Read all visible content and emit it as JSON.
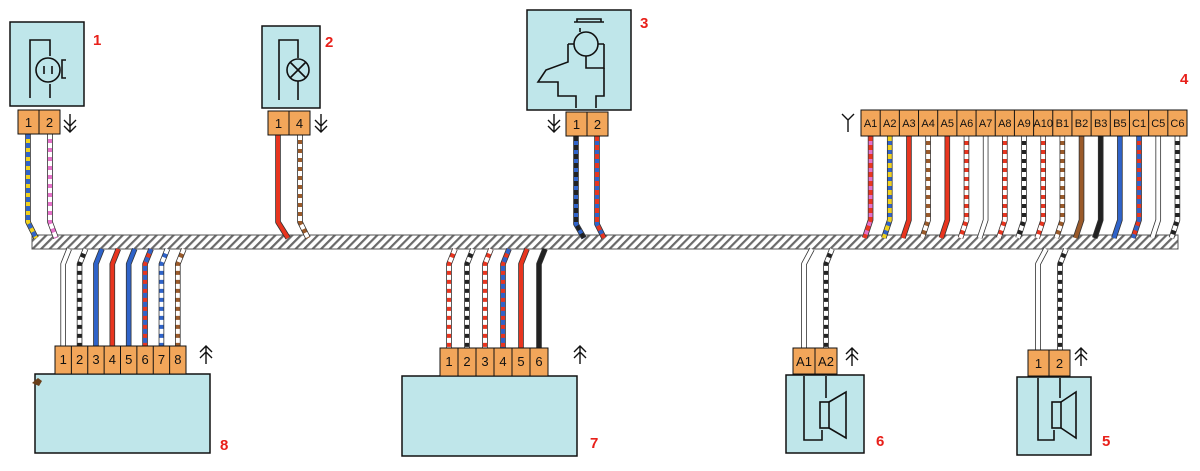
{
  "components": [
    {
      "number": "1",
      "pins": [
        "1",
        "2"
      ],
      "icon": "motor-icon"
    },
    {
      "number": "2",
      "pins": [
        "1",
        "4"
      ],
      "icon": "lamp-icon"
    },
    {
      "number": "3",
      "pins": [
        "1",
        "2"
      ],
      "icon": "motor-switch-icon"
    },
    {
      "number": "4",
      "pins": [
        "A1",
        "A2",
        "A3",
        "A4",
        "A5",
        "A6",
        "A7",
        "A8",
        "A9",
        "A10",
        "B1",
        "B2",
        "B3",
        "B5",
        "C1",
        "C5",
        "C6"
      ]
    },
    {
      "number": "5",
      "pins": [
        "1",
        "2"
      ],
      "icon": "speaker-icon"
    },
    {
      "number": "6",
      "pins": [
        "A1",
        "A2"
      ],
      "icon": "speaker-icon"
    },
    {
      "number": "7",
      "pins": [
        "1",
        "2",
        "3",
        "4",
        "5",
        "6"
      ]
    },
    {
      "number": "8",
      "pins": [
        "1",
        "2",
        "3",
        "4",
        "5",
        "6",
        "7",
        "8"
      ]
    }
  ],
  "colors": {
    "module_fill": "#bfe6ea",
    "connector_fill": "#f2a65a",
    "label_red": "#e8201a",
    "wire_red": "#e8351f",
    "wire_blue": "#2f63c9",
    "wire_black": "#222222",
    "wire_brown": "#9a5a2a",
    "wire_yellow": "#f2d21c",
    "wire_pink": "#e470c8",
    "wire_white": "#ffffff"
  }
}
